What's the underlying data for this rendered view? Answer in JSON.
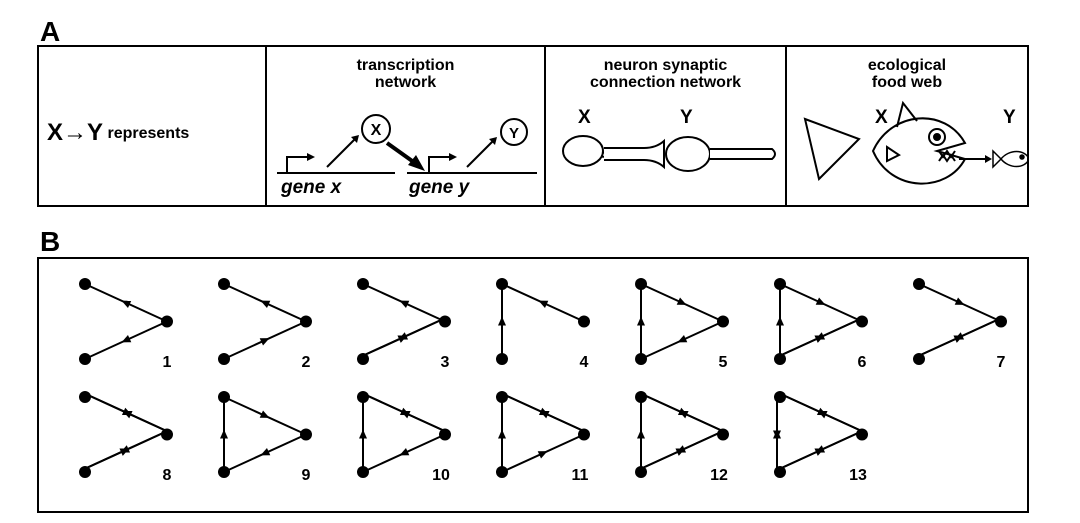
{
  "panel_a": {
    "letter": "A",
    "represents": {
      "x": "X",
      "arrow": "→",
      "y": "Y",
      "text": "represents"
    },
    "transcription": {
      "title": "transcription\nnetwork",
      "node_x": "X",
      "node_y": "Y",
      "gene_x": "gene x",
      "gene_y": "gene y"
    },
    "neuron": {
      "title": "neuron synaptic\nconnection network",
      "x": "X",
      "y": "Y"
    },
    "food_web": {
      "title": "ecological\nfood web",
      "x": "X",
      "y": "Y"
    }
  },
  "panel_b": {
    "letter": "B",
    "motifs": [
      {
        "label": "1",
        "edges": [
          [
            "c",
            "t"
          ],
          [
            "c",
            "b"
          ]
        ]
      },
      {
        "label": "2",
        "edges": [
          [
            "c",
            "t"
          ],
          [
            "b",
            "c"
          ]
        ]
      },
      {
        "label": "3",
        "edges": [
          [
            "c",
            "t"
          ],
          [
            "b",
            "c"
          ],
          [
            "c",
            "b"
          ]
        ]
      },
      {
        "label": "4",
        "edges": [
          [
            "r",
            "t"
          ],
          [
            "b",
            "t"
          ]
        ]
      },
      {
        "label": "5",
        "edges": [
          [
            "t",
            "c"
          ],
          [
            "c",
            "b"
          ],
          [
            "b",
            "t"
          ]
        ]
      },
      {
        "label": "6",
        "edges": [
          [
            "t",
            "c"
          ],
          [
            "b",
            "c"
          ],
          [
            "c",
            "b"
          ],
          [
            "b",
            "t"
          ]
        ]
      },
      {
        "label": "7",
        "edges": [
          [
            "t",
            "c"
          ],
          [
            "b",
            "c"
          ],
          [
            "c",
            "b"
          ]
        ]
      },
      {
        "label": "8",
        "edges": [
          [
            "t",
            "c"
          ],
          [
            "c",
            "t"
          ],
          [
            "b",
            "c"
          ],
          [
            "c",
            "b"
          ]
        ]
      },
      {
        "label": "9",
        "edges": [
          [
            "t",
            "c"
          ],
          [
            "c",
            "b"
          ],
          [
            "b",
            "t"
          ]
        ]
      },
      {
        "label": "10",
        "edges": [
          [
            "t",
            "c"
          ],
          [
            "c",
            "t"
          ],
          [
            "c",
            "b"
          ],
          [
            "b",
            "t"
          ]
        ]
      },
      {
        "label": "11",
        "edges": [
          [
            "t",
            "c"
          ],
          [
            "c",
            "t"
          ],
          [
            "b",
            "c"
          ],
          [
            "b",
            "t"
          ]
        ]
      },
      {
        "label": "12",
        "edges": [
          [
            "t",
            "c"
          ],
          [
            "c",
            "t"
          ],
          [
            "b",
            "c"
          ],
          [
            "c",
            "b"
          ],
          [
            "b",
            "t"
          ]
        ]
      },
      {
        "label": "13",
        "edges": [
          [
            "t",
            "c"
          ],
          [
            "c",
            "t"
          ],
          [
            "b",
            "c"
          ],
          [
            "c",
            "b"
          ],
          [
            "b",
            "t"
          ],
          [
            "t",
            "b"
          ]
        ]
      }
    ]
  }
}
